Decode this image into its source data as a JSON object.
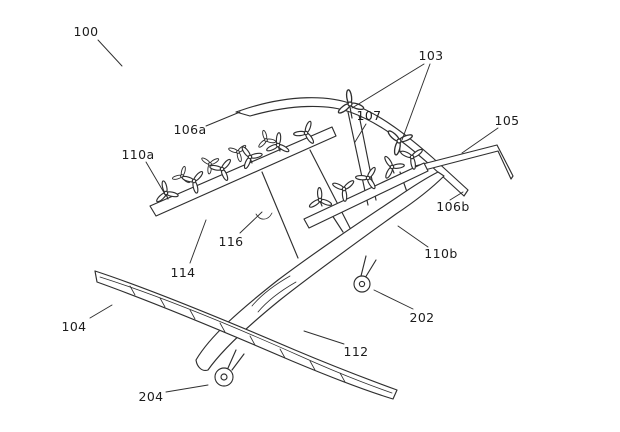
{
  "figure": {
    "kind": "patent-line-drawing",
    "subject": "perspective view of a multi-rotor VTOL aircraft with lift rotors on twin booms, high wing, low main wing and landing gear",
    "ink": "#2f2f2f",
    "background": "#ffffff"
  },
  "labels": {
    "n100": "100",
    "n103": "103",
    "n104": "104",
    "n105": "105",
    "n106a": "106a",
    "n106b": "106b",
    "n107": "107",
    "n110a": "110a",
    "n110b": "110b",
    "n112": "112",
    "n114": "114",
    "n116": "116",
    "n202": "202",
    "n204": "204"
  }
}
